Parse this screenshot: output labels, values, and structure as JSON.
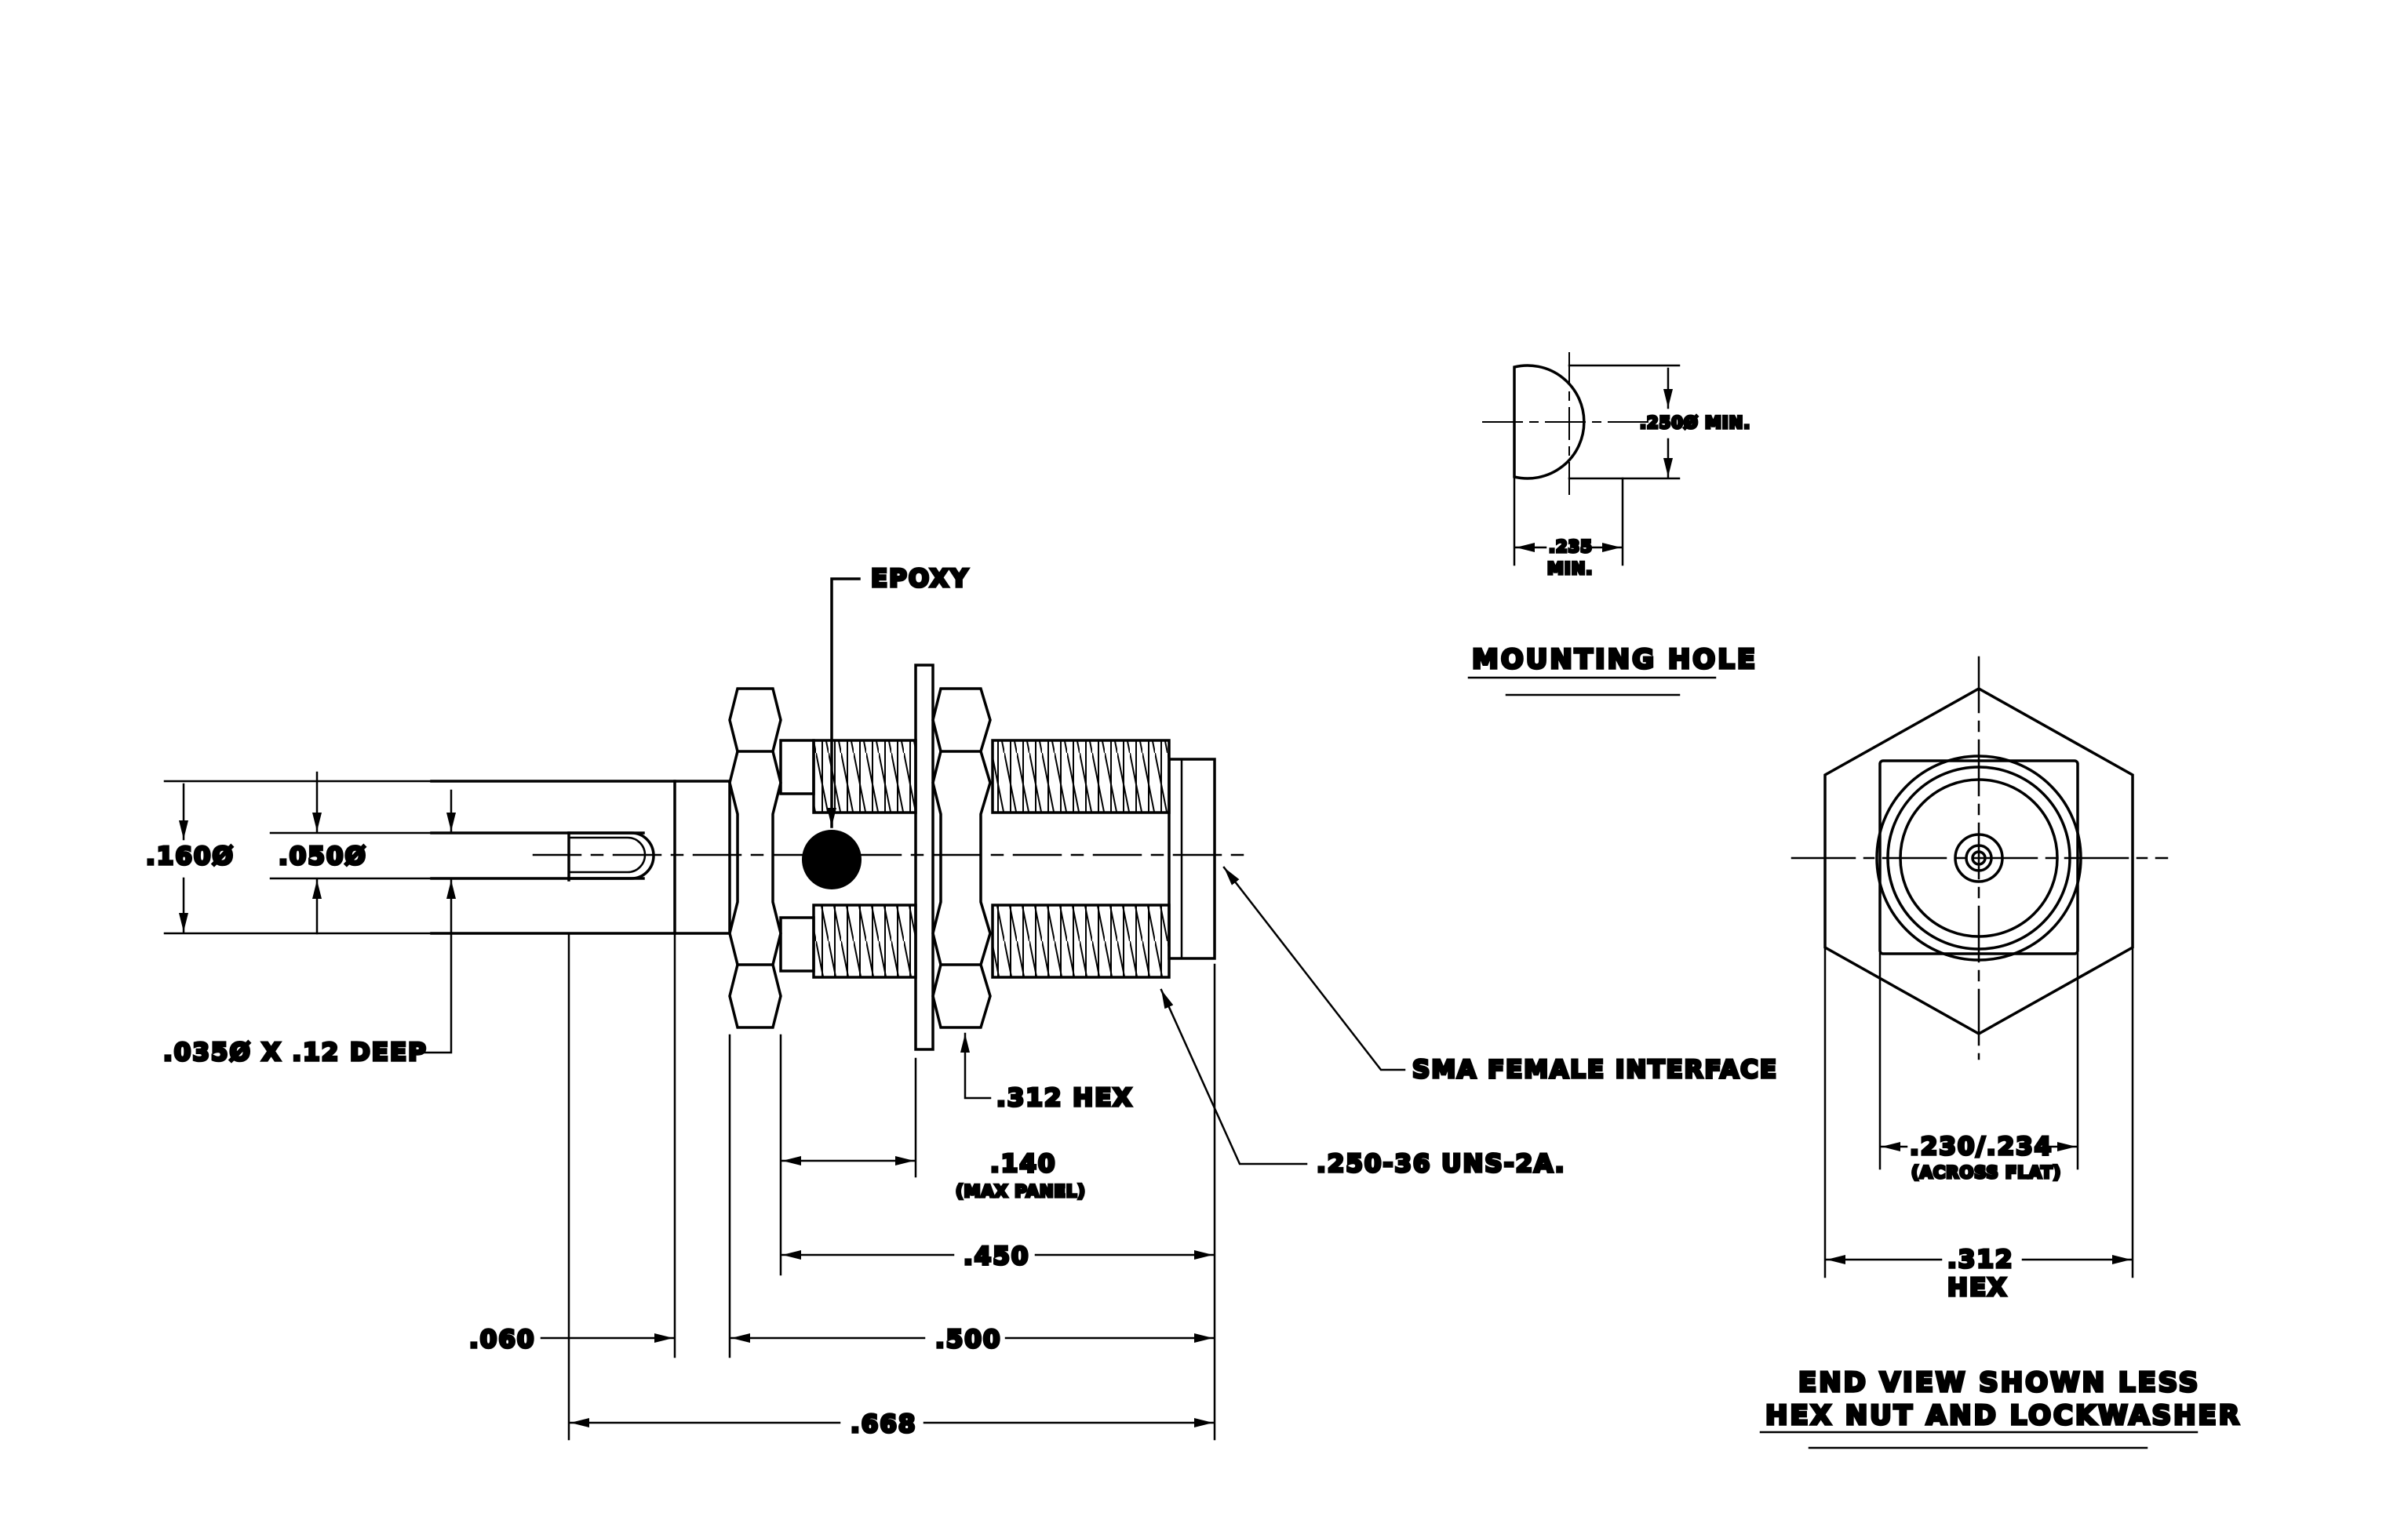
{
  "labels": {
    "epoxy": "EPOXY",
    "dia_160": ".160ø",
    "dia_050": ".050ø",
    "hole_035": ".035ø X .12 DEEP",
    "hex_312": ".312 HEX",
    "dim_140": ".140",
    "max_panel": "(MAX PANEL)",
    "thread": ".250-36 UNS-2A.",
    "sma_interface": "SMA FEMALE INTERFACE",
    "dim_450": ".450",
    "dim_500": ".500",
    "dim_060": ".060",
    "dim_668": ".668"
  },
  "mounting_hole": {
    "title": "MOUNTING HOLE",
    "dia": ".250ø MIN.",
    "flat": ".235",
    "flat_min": "MIN."
  },
  "end_view": {
    "across_flat": ".230/.234",
    "across_flat_note": "(ACROSS FLAT)",
    "hex_dim": ".312",
    "hex_label": "HEX",
    "caption_line1": "END VIEW SHOWN LESS",
    "caption_line2": "HEX NUT AND LOCKWASHER"
  }
}
